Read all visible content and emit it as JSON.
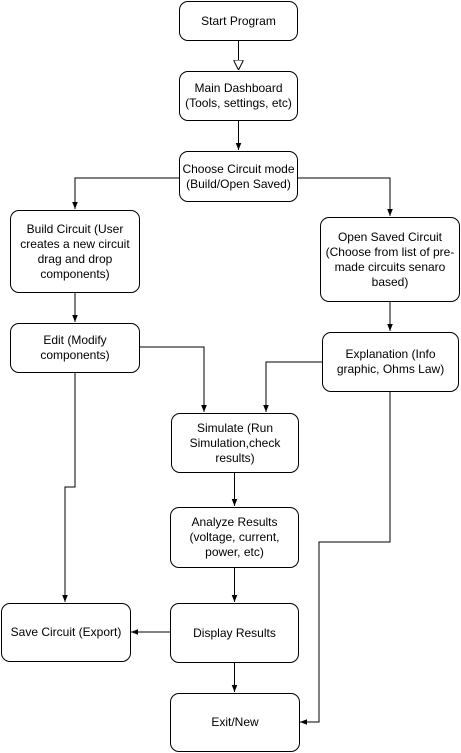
{
  "nodes": {
    "start": "Start Program",
    "dashboard": "Main Dashboard (Tools, settings, etc)",
    "choose_mode": "Choose Circuit mode (Build/Open Saved)",
    "build": "Build Circuit (User creates a new circuit drag and drop components)",
    "open_saved": "Open Saved Circuit (Choose from list of pre-made circuits senaro based)",
    "edit": "Edit (Modify components)",
    "explanation": "Explanation (Info graphic, Ohms Law)",
    "simulate": "Simulate (Run Simulation,check results)",
    "analyze": "Analyze Results (voltage, current, power, etc)",
    "save": "Save Circuit (Export)",
    "display": "Display Results",
    "exit": "Exit/New"
  },
  "colors": {
    "stroke": "#000000",
    "fill": "#ffffff"
  }
}
